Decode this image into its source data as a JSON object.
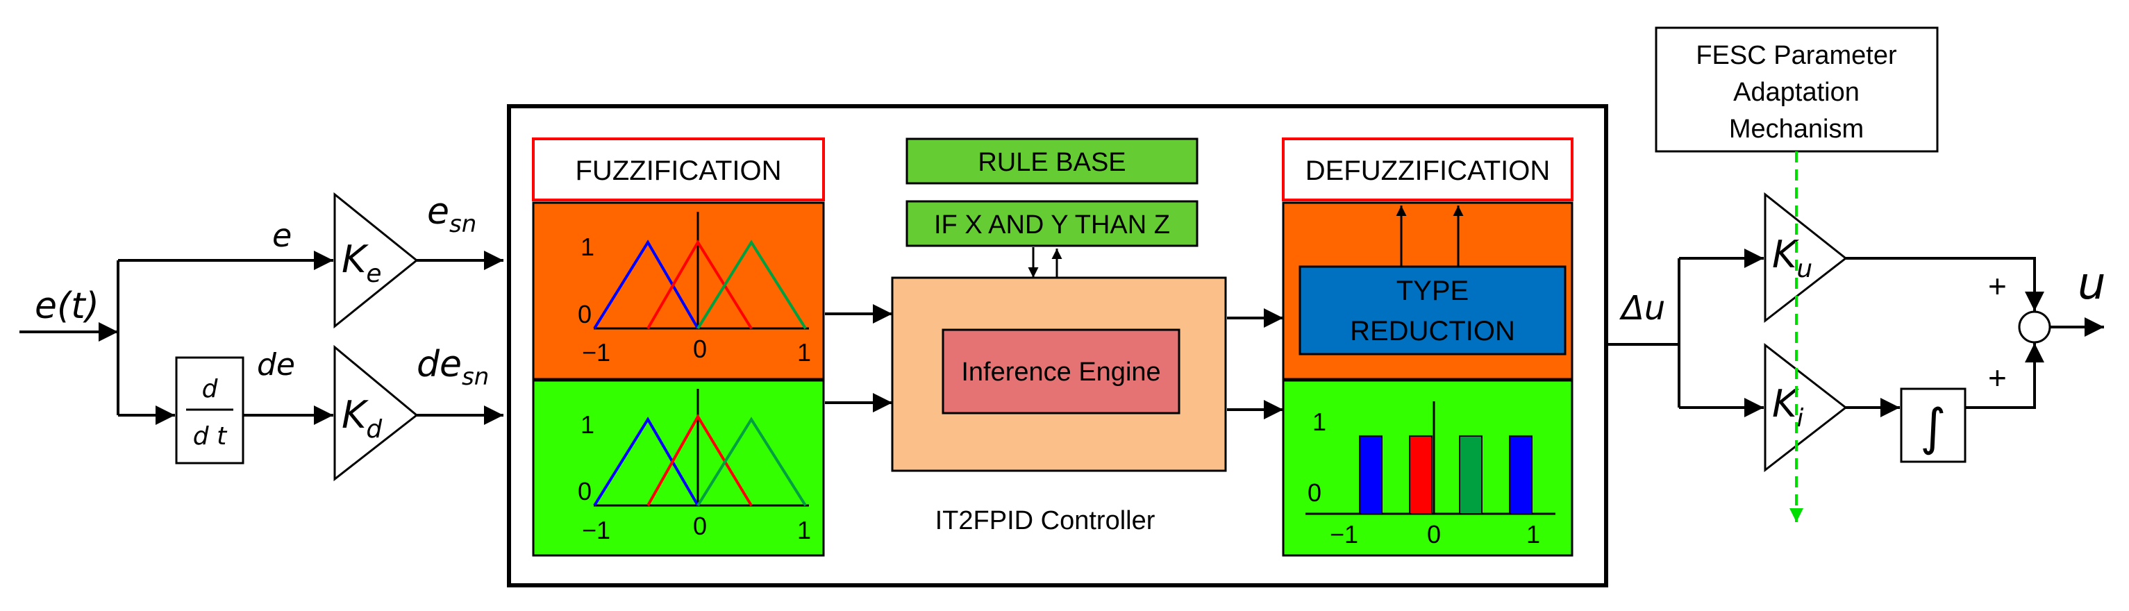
{
  "input": {
    "signal": "e(t)",
    "branch_error": "e",
    "branch_derivative": "de"
  },
  "derivative_block": {
    "numerator": "d",
    "denominator": "d t"
  },
  "gains": {
    "ke_main": "K",
    "ke_sub": "e",
    "kd_main": "K",
    "kd_sub": "d",
    "ku_main": "K",
    "ku_sub": "u",
    "ki_main": "K",
    "ki_sub": "i"
  },
  "scaled_outputs": {
    "esn_main": "e",
    "esn_sub": "sn",
    "desn_main": "de",
    "desn_sub": "sn"
  },
  "controller": {
    "title": "IT2FPID Controller",
    "fuzzification": "FUZZIFICATION",
    "rule_base": "RULE BASE",
    "rule": "IF X AND Y THAN Z",
    "inference": "Inference Engine",
    "defuzzification": "DEFUZZIFICATION",
    "type_reduction_line1": "TYPE",
    "type_reduction_line2": "REDUCTION"
  },
  "membership_plots": {
    "y_high": "1",
    "y_low": "0",
    "x_left": "−1",
    "x_mid": "0",
    "x_right": "1",
    "series_colors": [
      "#0000ff",
      "#ff0000",
      "#00a040"
    ]
  },
  "type_reduction_plot": {
    "y_high": "1",
    "y_low": "0",
    "x_left": "−1",
    "x_mid": "0",
    "x_right": "1",
    "bar_colors": [
      "#0000ff",
      "#ff0000",
      "#00a040",
      "#0000ff"
    ]
  },
  "adaptation": {
    "line1": "FESC Parameter",
    "line2": "Adaptation",
    "line3": "Mechanism"
  },
  "output": {
    "delta_u": "Δu",
    "plus_top": "+",
    "plus_bottom": "+",
    "integral_symbol": "∫",
    "u": "u"
  },
  "colors": {
    "orange": "#ff6600",
    "green_panel": "#33ff00",
    "green_box": "#66cc33",
    "peach": "#fbbf8a",
    "salmon": "#e57373",
    "blue": "#0070c0",
    "red_border": "#ff0000",
    "adapt_line": "#00dd00"
  }
}
